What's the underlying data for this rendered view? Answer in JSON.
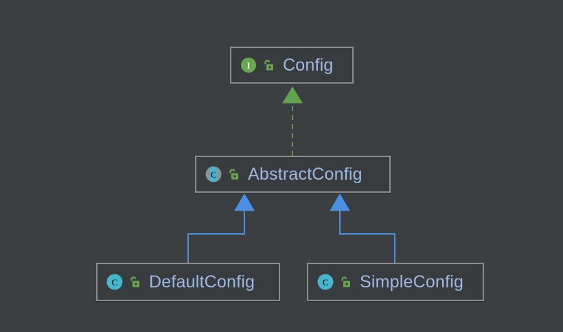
{
  "diagram": {
    "kind": "uml-class-hierarchy",
    "background_color": "#3c3f41",
    "node_fill_color": "#393c3e",
    "node_border_color": "#8c8c8c",
    "label_color": "#9cb8e3",
    "interface_icon_color": "#62a04a",
    "class_icon_color": "#4aa8c0",
    "abstract_ring_color": "#9a9a9a",
    "lock_icon_color": "#6aa84f",
    "implements_edge_color": "#5c9a4d",
    "extends_edge_color": "#4a90e2",
    "nodes": [
      {
        "id": "config",
        "label": "Config",
        "type_icon": "interface-icon",
        "type_glyph": "I",
        "visibility_icon": "public-lock-icon",
        "abstract": false
      },
      {
        "id": "abstract_config",
        "label": "AbstractConfig",
        "type_icon": "abstract-class-icon",
        "type_glyph": "C",
        "visibility_icon": "public-lock-icon",
        "abstract": true
      },
      {
        "id": "default_config",
        "label": "DefaultConfig",
        "type_icon": "class-icon",
        "type_glyph": "C",
        "visibility_icon": "public-lock-icon",
        "abstract": false
      },
      {
        "id": "simple_config",
        "label": "SimpleConfig",
        "type_icon": "class-icon",
        "type_glyph": "C",
        "visibility_icon": "public-lock-icon",
        "abstract": false
      }
    ],
    "edges": [
      {
        "id": "implements-abstract-config",
        "from": "abstract_config",
        "to": "config",
        "relation": "implements",
        "style": "dashed",
        "arrowhead": "closed-triangle",
        "color": "#5c9a4d"
      },
      {
        "id": "extends-default-config",
        "from": "default_config",
        "to": "abstract_config",
        "relation": "extends",
        "style": "solid",
        "arrowhead": "closed-triangle",
        "color": "#4a90e2"
      },
      {
        "id": "extends-simple-config",
        "from": "simple_config",
        "to": "abstract_config",
        "relation": "extends",
        "style": "solid",
        "arrowhead": "closed-triangle",
        "color": "#4a90e2"
      }
    ]
  }
}
